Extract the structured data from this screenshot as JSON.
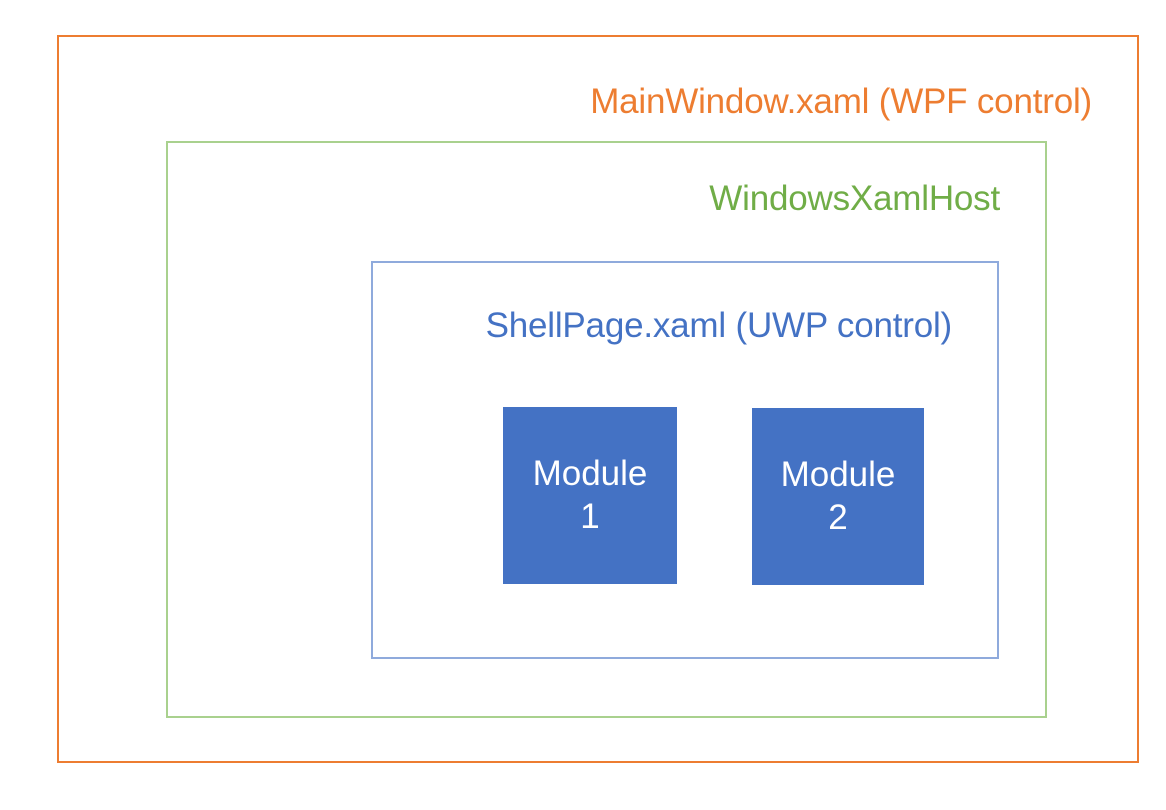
{
  "diagram": {
    "type": "nested-architecture-boxes",
    "background_color": "#FFFFFF",
    "layers": [
      {
        "id": "mainwindow",
        "label": "MainWindow.xaml (WPF control)",
        "border_color": "#ED7D31",
        "text_color": "#ED7D31",
        "fill": "none",
        "level": 1
      },
      {
        "id": "windowsxamlhost",
        "label": "WindowsXamlHost",
        "border_color": "#A9D18E",
        "text_color": "#70AD47",
        "fill": "none",
        "level": 2
      },
      {
        "id": "shellpage",
        "label": "ShellPage.xaml (UWP control)",
        "border_color": "#8FAADC",
        "text_color": "#4472C4",
        "fill": "none",
        "level": 3
      }
    ],
    "modules": [
      {
        "id": "module-1",
        "line1": "Module",
        "line2": "1",
        "fill_color": "#4472C4",
        "text_color": "#FFFFFF"
      },
      {
        "id": "module-2",
        "line1": "Module",
        "line2": "2",
        "fill_color": "#4472C4",
        "text_color": "#FFFFFF"
      }
    ]
  }
}
